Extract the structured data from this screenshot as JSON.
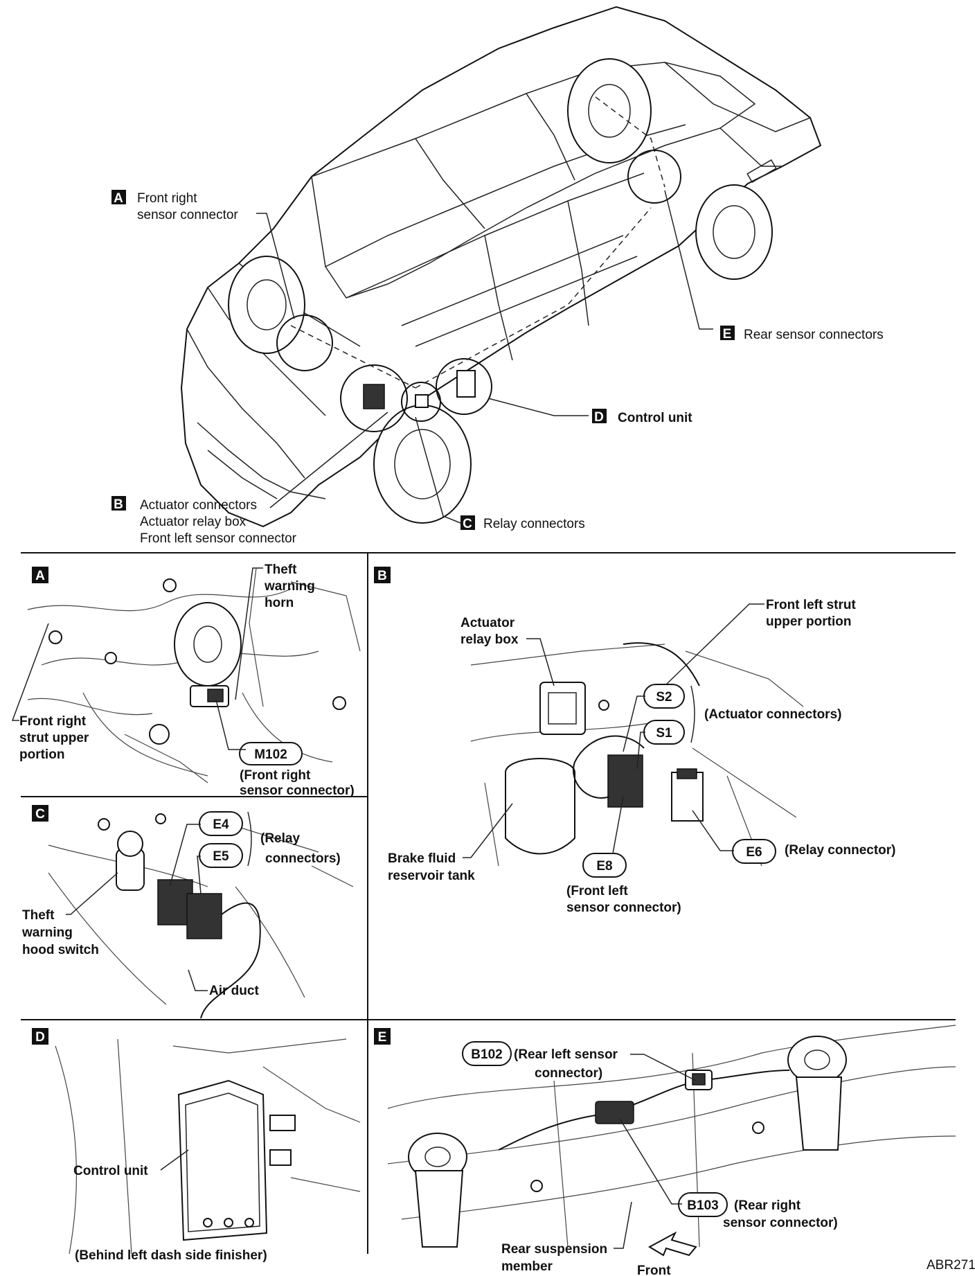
{
  "overview": {
    "callout_A": {
      "letter": "A",
      "lines": [
        "Front right",
        "sensor connector"
      ]
    },
    "callout_B": {
      "letter": "B",
      "lines": [
        "Actuator connectors",
        "Actuator relay box",
        "Front left sensor connector"
      ]
    },
    "callout_C": {
      "letter": "C",
      "lines": [
        "Relay connectors"
      ]
    },
    "callout_D": {
      "letter": "D",
      "lines": [
        "Control unit"
      ]
    },
    "callout_E": {
      "letter": "E",
      "lines": [
        "Rear sensor connectors"
      ]
    }
  },
  "panel_A": {
    "letter": "A",
    "horn": [
      "Theft",
      "warning",
      "horn"
    ],
    "strut": [
      "Front right",
      "strut upper",
      "portion"
    ],
    "connector_id": "M102",
    "connector_desc": [
      "(Front right",
      "sensor connector)"
    ]
  },
  "panel_B": {
    "letter": "B",
    "relay_box": [
      "Actuator",
      "relay box"
    ],
    "strut": [
      "Front left strut",
      "upper portion"
    ],
    "s2": "S2",
    "s1": "S1",
    "actuator_desc": "(Actuator connectors)",
    "brake": [
      "Brake fluid",
      "reservoir tank"
    ],
    "e6": "E6",
    "e6_desc": "(Relay connector)",
    "e8": "E8",
    "e8_desc": [
      "(Front left",
      "sensor connector)"
    ]
  },
  "panel_C": {
    "letter": "C",
    "e4": "E4",
    "e5": "E5",
    "relay_desc": [
      "(Relay",
      "connectors)"
    ],
    "hood": [
      "Theft",
      "warning",
      "hood switch"
    ],
    "air_duct": "Air duct"
  },
  "panel_D": {
    "letter": "D",
    "control_unit": "Control unit",
    "note": "(Behind left dash side finisher)"
  },
  "panel_E": {
    "letter": "E",
    "b102": "B102",
    "b102_desc": [
      "(Rear left sensor",
      "connector)"
    ],
    "b103": "B103",
    "b103_desc": [
      "(Rear right",
      "sensor connector)"
    ],
    "suspension": [
      "Rear suspension",
      "member"
    ],
    "front": "Front"
  },
  "figure_code": "ABR271"
}
